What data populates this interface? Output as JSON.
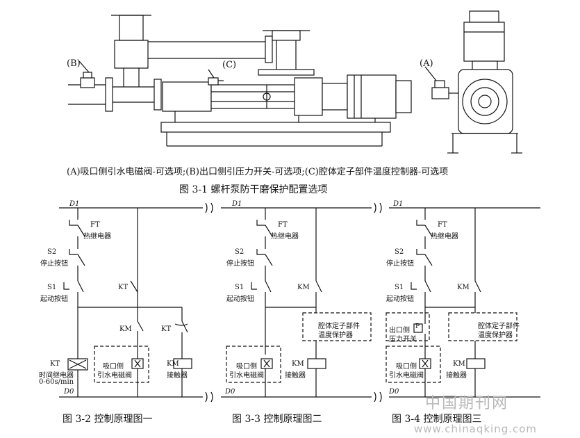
{
  "figure1": {
    "callouts": {
      "a": "(A)",
      "b": "(B)",
      "c": "(C)"
    },
    "legend": "(A)吸口侧引水电磁阀-可选项;(B)出口侧引压力开关-可选项;(C)腔体定子部件温度控制器-可选项",
    "caption": "图 3-1 螺杆泵防干磨保护配置选项"
  },
  "rails": {
    "top": "D1",
    "bottom": "D0"
  },
  "circuits": [
    {
      "ft": "FT",
      "ft_desc": "热继电器",
      "s2": "S2",
      "s2_desc": "停止按钮",
      "s1": "S1",
      "s1_desc": "起动按钮",
      "kt_contact": "KT",
      "km_contact": "KM",
      "kt_delay": "KT",
      "kt_coil": "KT",
      "kt_coil_desc": "时间继电器",
      "kt_coil_range": "0-60s/min",
      "valve_label_1": "吸口侧",
      "valve_label_2": "引水电磁阀",
      "km_coil": "KM",
      "km_coil_desc": "接触器",
      "caption": "图 3-2 控制原理图一"
    },
    {
      "ft": "FT",
      "ft_desc": "热继电器",
      "s2": "S2",
      "s2_desc": "停止按钮",
      "s1": "S1",
      "s1_desc": "起动按钮",
      "km_contact": "KM",
      "temp_label_1": "腔体定子部件",
      "temp_label_2": "温度保护器",
      "valve_label_1": "吸口侧",
      "valve_label_2": "引水电磁阀",
      "km_coil": "KM",
      "km_coil_desc": "接触器",
      "caption": "图 3-3 控制原理图二"
    },
    {
      "ft": "FT",
      "ft_desc": "热继电器",
      "s2": "S2",
      "s2_desc": "停止按钮",
      "s1": "S1",
      "s1_desc": "起动按钮",
      "km_contact": "KM",
      "pressure_label_1": "出口侧",
      "pressure_label_2": "压力开关",
      "pressure_symbol": "P",
      "temp_label_1": "腔体定子部件",
      "temp_label_2": "温度保护器",
      "valve_label_1": "吸口侧",
      "valve_label_2": "引水电磁阀",
      "km_coil": "KM",
      "km_coil_desc": "接触器",
      "caption": "图 3-4 控制原理图三"
    }
  ],
  "watermark": {
    "cn": "中国期刊网",
    "url": "www.chinaqking.com"
  }
}
